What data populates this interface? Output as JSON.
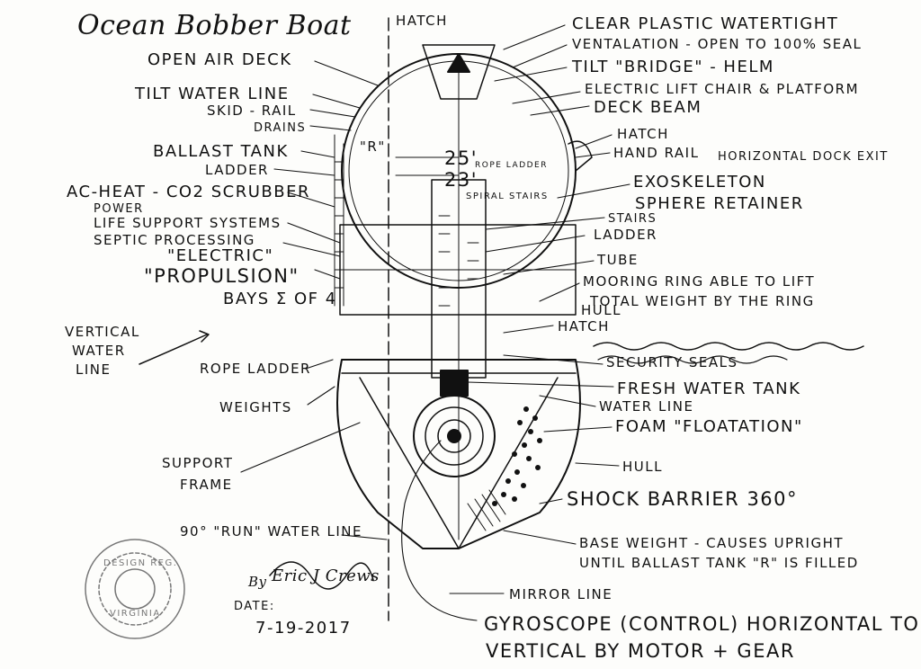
{
  "title": "Ocean Bobber Boat",
  "labels_left": {
    "open_air_deck": "OPEN AIR DECK",
    "tilt_water_line": "TILT WATER LINE",
    "skid_rail": "SKID - RAIL",
    "drains": "DRAINS",
    "ballast_tank": "BALLAST TANK",
    "ladder": "LADDER",
    "ac_heat_co2": "AC-HEAT - CO2 SCRUBBER",
    "power": "POWER",
    "life_support": "LIFE SUPPORT SYSTEMS",
    "septic": "SEPTIC PROCESSING",
    "electric": "\"ELECTRIC\"",
    "propulsion": "\"PROPULSION\"",
    "bays": "BAYS Σ of 4",
    "vertical_water_line_1": "VERTICAL",
    "vertical_water_line_2": "WATER",
    "vertical_water_line_3": "LINE",
    "rope_ladder": "ROPE LADDER",
    "weights": "WEIGHTS",
    "support_frame_1": "SUPPORT",
    "support_frame_2": "FRAME",
    "run_water_line": "90° \"RUN\" WATER LINE"
  },
  "labels_right": {
    "hatch_top": "HATCH",
    "clear_plastic": "CLEAR PLASTIC WATERTIGHT",
    "ventalation": "VENTALATION - OPEN TO 100% SEAL",
    "tilt_bridge": "TILT \"BRIDGE\" - HELM",
    "electric_lift": "ELECTRIC LIFT CHAIR & PLATFORM",
    "deck_beam": "DECK BEAM",
    "hatch_mid": "HATCH",
    "hand_rail": "HAND RAIL",
    "horizontal_dock_exit": "HORIZONTAL DOCK EXIT",
    "exoskeleton": "EXOSKELETON",
    "sphere_retainer": "SPHERE RETAINER",
    "stairs": "STAIRS",
    "ladder": "LADDER",
    "tube": "TUBE",
    "mooring_ring_1": "MOORING RING ABLE TO LIFT",
    "mooring_ring_2": "TOTAL WEIGHT BY THE RING",
    "hull_top": "HULL",
    "hatch_low": "HATCH",
    "security_seals": "SECURITY SEALS",
    "fresh_water": "FRESH WATER TANK",
    "water_line": "WATER LINE",
    "foam_floatation": "FOAM \"FLOATATION\"",
    "hull_low": "HULL",
    "shock_barrier": "SHOCK BARRIER 360°",
    "base_weight_1": "BASE WEIGHT - CAUSES UPRIGHT",
    "base_weight_2": "UNTIL BALLAST TANK \"R\" IS FILLED",
    "mirror_line": "MIRROR LINE",
    "gyroscope_1": "GYROSCOPE (CONTROL) HORIZONTAL TO",
    "gyroscope_2": "VERTICAL BY MOTOR + GEAR"
  },
  "labels_inner": {
    "r_marker": "\"R\"",
    "dim_25": "25'",
    "dim_23": "23'",
    "rope_ladder": "ROPE LADDER",
    "spiral_stairs": "SPIRAL STAIRS"
  },
  "signature": {
    "by": "By",
    "name": "Eric J Crews",
    "date_label": "DATE:",
    "date": "7-19-2017"
  },
  "stamp": {
    "text_top": "DESIGN REG.",
    "text_bottom": "VIRGINIA"
  },
  "ink_color": "#111111",
  "paper_color": "#fdfdfb"
}
